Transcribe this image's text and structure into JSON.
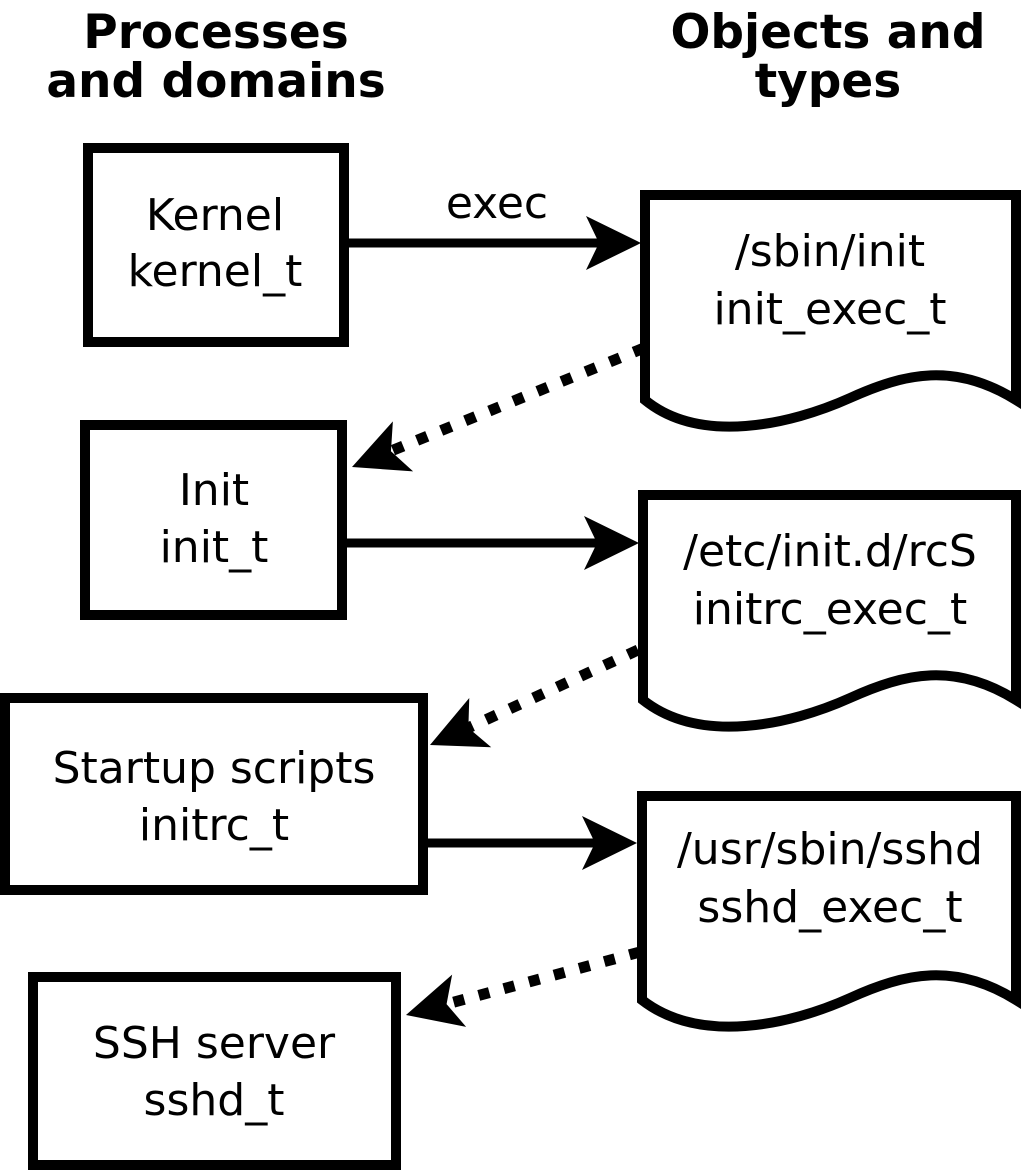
{
  "diagram": {
    "background": "#ffffff",
    "foreground": "#000000"
  },
  "headers": {
    "left": {
      "line1": "Processes",
      "line2": "and domains"
    },
    "right": {
      "line1": "Objects and",
      "line2": "types"
    }
  },
  "processes": [
    {
      "name": "Kernel",
      "domain": "kernel_t"
    },
    {
      "name": "Init",
      "domain": "init_t"
    },
    {
      "name": "Startup scripts",
      "domain": "initrc_t"
    },
    {
      "name": "SSH server",
      "domain": "sshd_t"
    }
  ],
  "objects": [
    {
      "path": "/sbin/init",
      "type": "init_exec_t"
    },
    {
      "path": "/etc/init.d/rcS",
      "type": "initrc_exec_t"
    },
    {
      "path": "/usr/sbin/sshd",
      "type": "sshd_exec_t"
    }
  ],
  "edges": [
    {
      "from": "kernel_t",
      "to": "init_exec_t",
      "style": "solid",
      "label": "exec"
    },
    {
      "from": "init_exec_t",
      "to": "init_t",
      "style": "dotted",
      "label": ""
    },
    {
      "from": "init_t",
      "to": "initrc_exec_t",
      "style": "solid",
      "label": ""
    },
    {
      "from": "initrc_exec_t",
      "to": "initrc_t",
      "style": "dotted",
      "label": ""
    },
    {
      "from": "initrc_t",
      "to": "sshd_exec_t",
      "style": "solid",
      "label": ""
    },
    {
      "from": "sshd_exec_t",
      "to": "sshd_t",
      "style": "dotted",
      "label": ""
    }
  ]
}
